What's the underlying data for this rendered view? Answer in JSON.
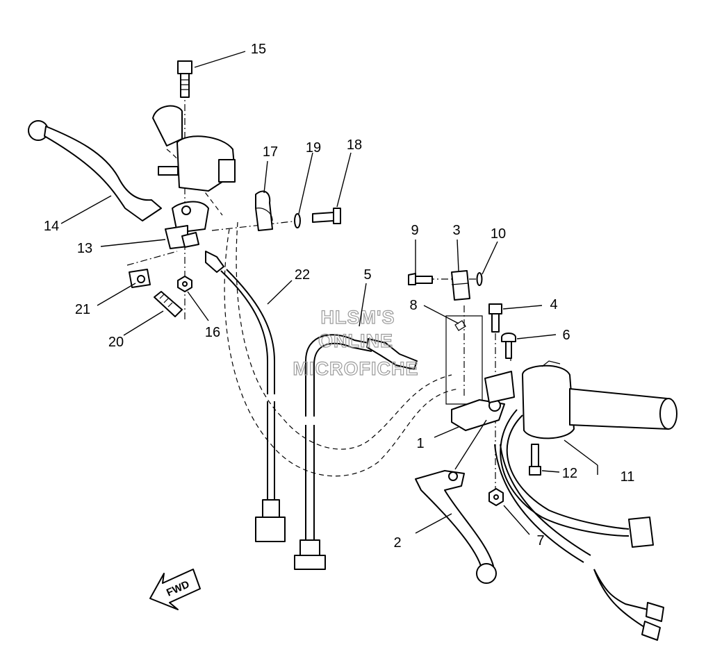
{
  "callouts": [
    "1",
    "2",
    "3",
    "4",
    "5",
    "6",
    "7",
    "8",
    "9",
    "10",
    "11",
    "12",
    "13",
    "14",
    "15",
    "16",
    "17",
    "18",
    "19",
    "20",
    "21",
    "22"
  ],
  "watermark": [
    "HLSM'S",
    "ONLINE",
    "MICROFICHE"
  ],
  "direction_arrow": {
    "label": "FWD",
    "icon": "arrow-forward-icon"
  }
}
